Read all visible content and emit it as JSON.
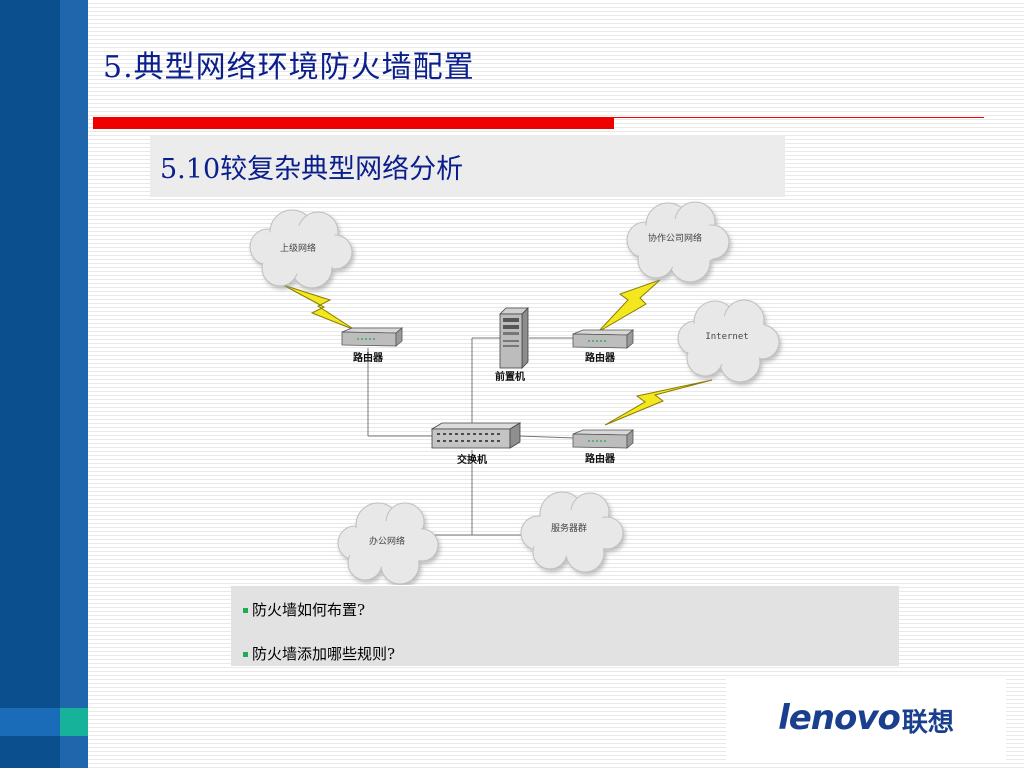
{
  "slide": {
    "title": "5.典型网络环境防火墙配置",
    "subtitle": "5.10较复杂典型网络分析"
  },
  "diagram": {
    "clouds": {
      "upstream": "上级网络",
      "partner": "协作公司网络",
      "internet": "Internet",
      "office": "办公网络",
      "servers": "服务器群"
    },
    "devices": {
      "router_left": "路由器",
      "router_top_right": "路由器",
      "router_bottom_right": "路由器",
      "frontend": "前置机",
      "switch": "交换机"
    },
    "colors": {
      "lightning": "#f3e81f",
      "cloud": "#e8e8e8",
      "line": "#666666"
    }
  },
  "questions": [
    "防火墙如何布置?",
    "防火墙添加哪些规则?"
  ],
  "logo": {
    "wordmark": "lenovo",
    "chinese": "联想"
  }
}
